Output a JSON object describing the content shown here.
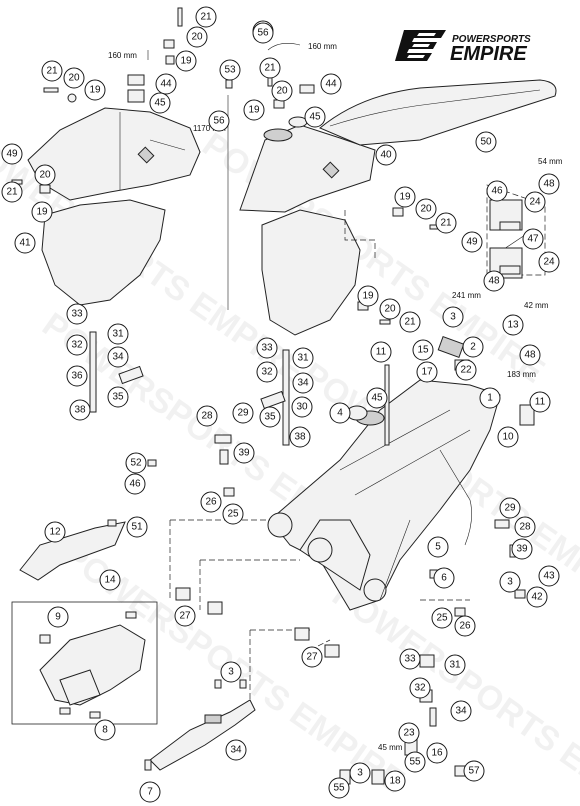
{
  "logo": {
    "line1": "POWERSPORTS",
    "line2": "EMPIRE"
  },
  "watermark": "POWERSPORTS EMPIRE",
  "dimensions": [
    {
      "id": "d160a",
      "text": "160 mm"
    },
    {
      "id": "d160b",
      "text": "160 mm"
    },
    {
      "id": "d1170",
      "text": "1170 mm"
    },
    {
      "id": "d54",
      "text": "54 mm"
    },
    {
      "id": "d241",
      "text": "241 mm"
    },
    {
      "id": "d42",
      "text": "42 mm"
    },
    {
      "id": "d183",
      "text": "183 mm"
    },
    {
      "id": "d45",
      "text": "45 mm"
    }
  ],
  "callouts": [
    "21",
    "56",
    "20",
    "19",
    "21",
    "20",
    "19",
    "44",
    "45",
    "53",
    "56",
    "49",
    "20",
    "21",
    "19",
    "41",
    "21",
    "20",
    "19",
    "44",
    "45",
    "56",
    "40",
    "50",
    "46",
    "48",
    "24",
    "47",
    "24",
    "19",
    "20",
    "21",
    "49",
    "48",
    "13",
    "48",
    "19",
    "20",
    "21",
    "3",
    "2",
    "15",
    "22",
    "17",
    "33",
    "31",
    "32",
    "34",
    "36",
    "35",
    "38",
    "33",
    "32",
    "31",
    "34",
    "30",
    "35",
    "38",
    "11",
    "4",
    "45",
    "1",
    "11",
    "10",
    "28",
    "29",
    "39",
    "52",
    "46",
    "26",
    "25",
    "12",
    "51",
    "14",
    "9",
    "8",
    "27",
    "29",
    "28",
    "39",
    "5",
    "6",
    "3",
    "43",
    "42",
    "25",
    "26",
    "27",
    "3",
    "33",
    "31",
    "32",
    "34",
    "23",
    "55",
    "16",
    "34",
    "7",
    "3",
    "18",
    "55",
    "57",
    "38"
  ]
}
